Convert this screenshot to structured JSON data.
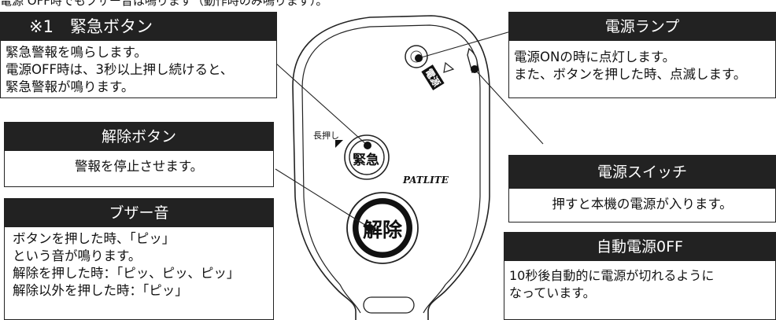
{
  "cut_text": "電源 OFF時でもブザー音は鳴ります（動作時のみ鳴ります）。",
  "device": {
    "brand": "PATLITE",
    "emergency_button": "緊急",
    "release_button": "解除",
    "long_press": "長押し",
    "power_switch_mark": "電源"
  },
  "callouts": {
    "emergency": {
      "title": "※1　緊急ボタン",
      "lines": [
        "緊急警報を鳴らします。",
        "電源OFF時は、3秒以上押し続けると、",
        "緊急警報が鳴ります。"
      ]
    },
    "release": {
      "title": "解除ボタン",
      "lines": [
        "警報を停止させます。"
      ]
    },
    "buzzer": {
      "title": "ブザー音",
      "lines": [
        "ボタンを押した時、「ピッ」",
        "という音が鳴ります。",
        "解除を押した時：「ピッ、ピッ、ピッ」",
        "解除以外を押した時：「ピッ」"
      ]
    },
    "power_lamp": {
      "title": "電源ランプ",
      "lines": [
        "電源ONの時に点灯します。",
        "また、ボタンを押した時、点滅します。"
      ]
    },
    "power_switch": {
      "title": "電源スイッチ",
      "lines": [
        "押すと本機の電源が入ります。"
      ]
    },
    "auto_power_off": {
      "title": "自動電源0FF",
      "lines": [
        "10秒後自動的に電源が切れるように",
        "なっています。"
      ]
    }
  }
}
